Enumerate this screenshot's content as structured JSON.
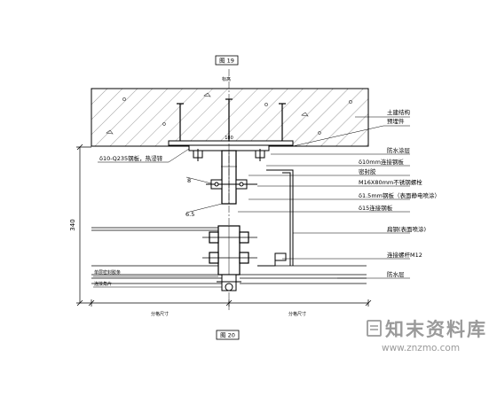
{
  "drawing": {
    "top_tag": "图 19",
    "bottom_tag": "图 20",
    "slab_note": "标高"
  },
  "labels_right": [
    "土建结构",
    "预埋件",
    "防水涂层",
    "δ10mm连接钢板",
    "密封胶",
    "M16X80mm不锈钢螺栓",
    "δ1.5mm钢板（表面静电喷涂）",
    "δ15连接钢板",
    "扁钢(表面喷涂)",
    "连接螺杆M12",
    "防水层"
  ],
  "labels_left": [
    "δ10-Q235钢板，热浸锌",
    "8",
    "6.5",
    "单层密封胶条",
    "连接角片"
  ],
  "dimensions": {
    "vertical": "340",
    "bottom_left": "分格尺寸",
    "bottom_right": "分格尺寸"
  },
  "watermark": {
    "brand": "知末资料库",
    "url": "www.znzmo.com"
  }
}
